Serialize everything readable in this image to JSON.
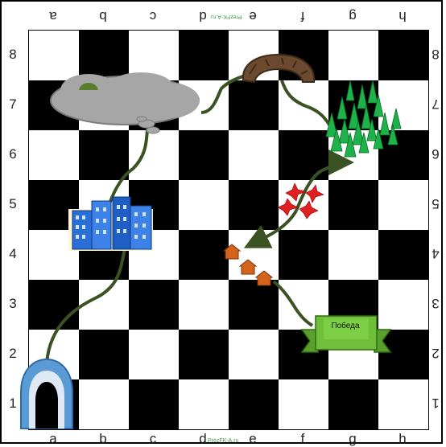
{
  "board": {
    "files": [
      "a",
      "b",
      "c",
      "d",
      "e",
      "f",
      "g",
      "h"
    ],
    "ranks": [
      "8",
      "7",
      "6",
      "5",
      "4",
      "3",
      "2",
      "1"
    ],
    "watermark_bottom": "PrezFK-A.ru",
    "watermark_top": "PrezFK-A.ru"
  },
  "banner": {
    "label": "Победа"
  },
  "icons": [
    "arch-gate-icon",
    "city-buildings-icon",
    "storm-cloud-icon",
    "rock-arch-icon",
    "pine-forest-icon",
    "red-sparks-icon",
    "house-steps-icon",
    "victory-banner-icon"
  ],
  "colors": {
    "dark_square": "#000000",
    "light_square": "#ffffff",
    "path": "#3b5323",
    "arrow": "#3b5323"
  }
}
